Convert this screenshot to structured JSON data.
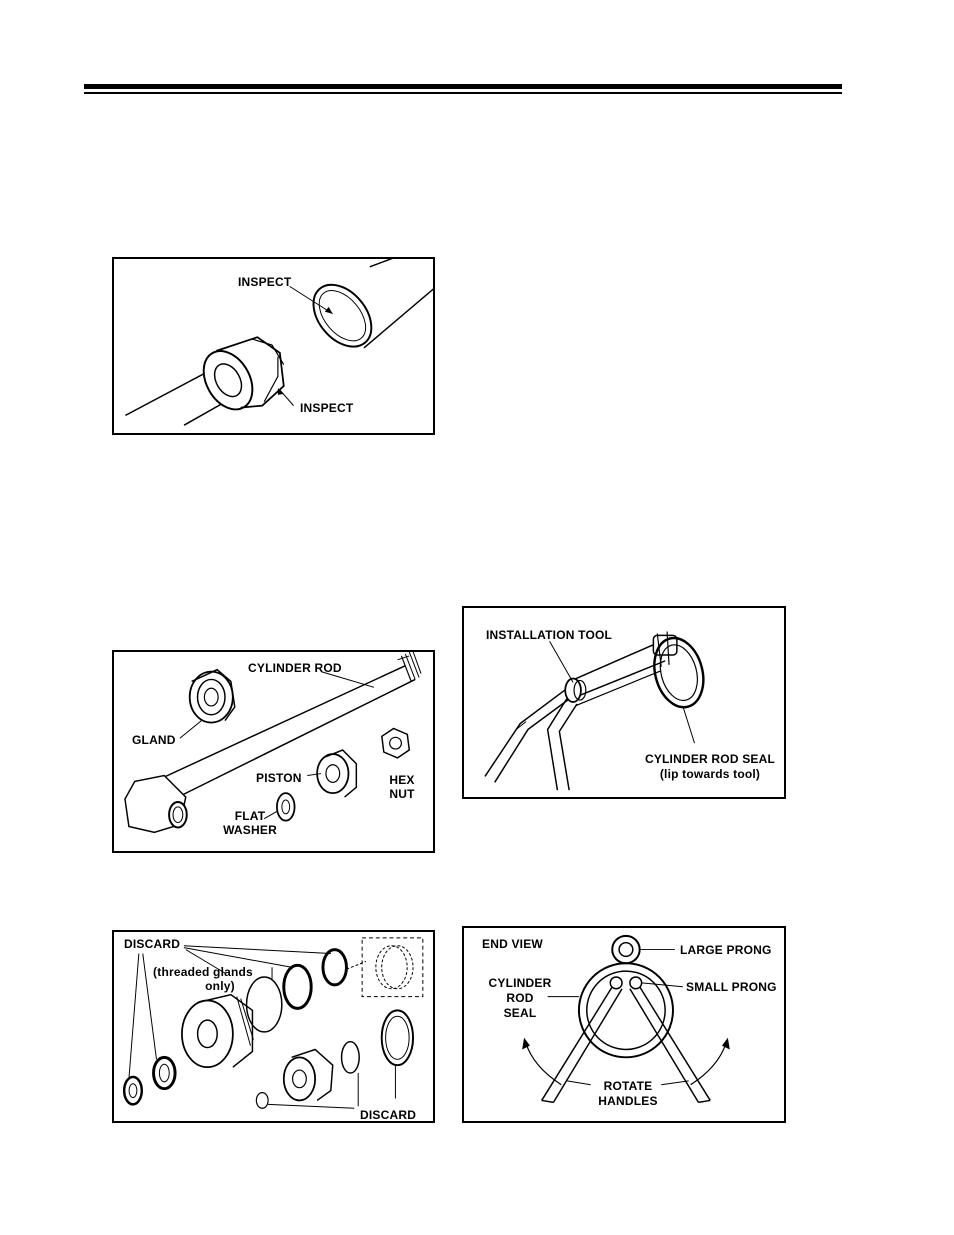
{
  "figures": {
    "fig1": {
      "inspect_top": "INSPECT",
      "inspect_bottom": "INSPECT"
    },
    "fig2": {
      "cylinder_rod": "CYLINDER ROD",
      "gland": "GLAND",
      "piston": "PISTON",
      "hex_nut": [
        "HEX",
        "NUT"
      ],
      "flat_washer": [
        "FLAT",
        "WASHER"
      ]
    },
    "fig3": {
      "installation_tool": "INSTALLATION TOOL",
      "cylinder_rod_seal": "CYLINDER ROD SEAL",
      "lip_note": "(lip towards tool)"
    },
    "fig4": {
      "discard_top": "DISCARD",
      "threaded_note": [
        "(threaded glands",
        "only)"
      ],
      "discard_bottom": "DISCARD"
    },
    "fig5": {
      "end_view": "END VIEW",
      "large_prong": "LARGE PRONG",
      "small_prong": "SMALL PRONG",
      "cylinder_rod_seal": [
        "CYLINDER",
        "ROD",
        "SEAL"
      ],
      "rotate_handles": [
        "ROTATE",
        "HANDLES"
      ]
    }
  }
}
